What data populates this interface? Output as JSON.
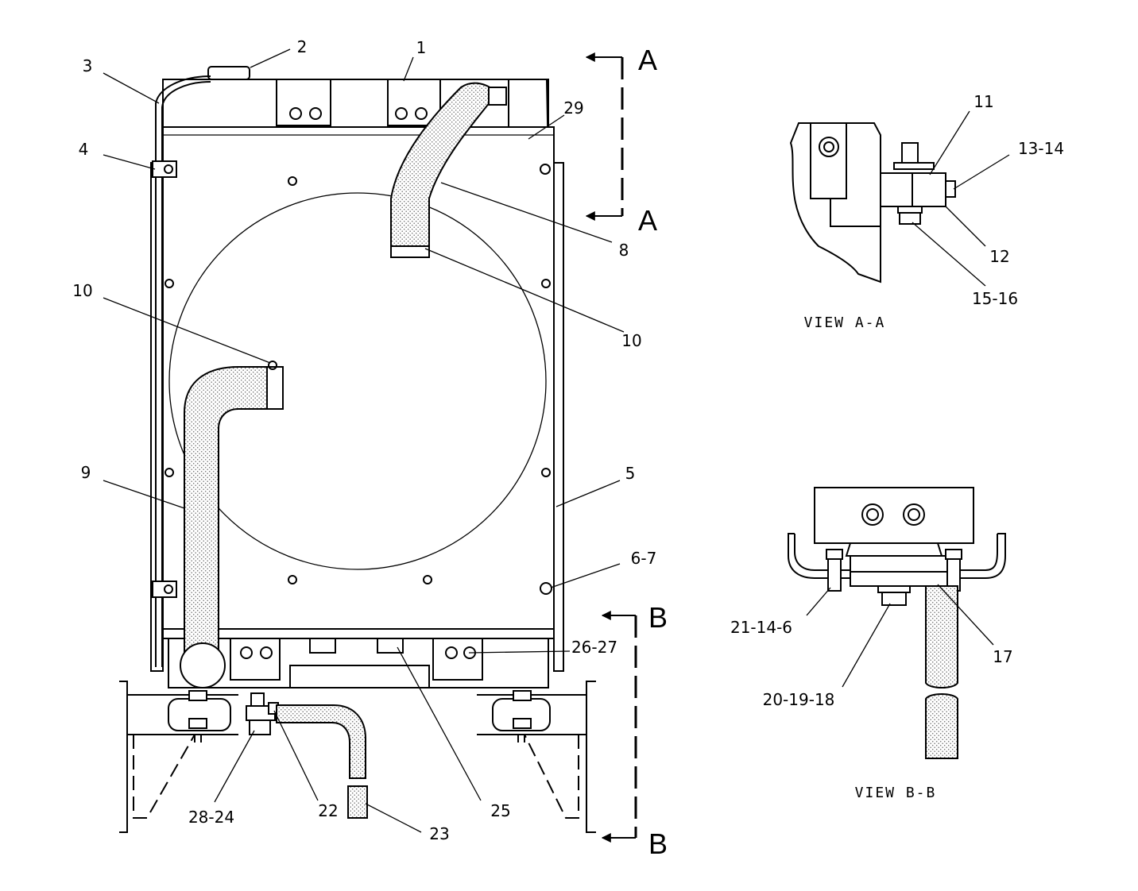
{
  "callouts": {
    "c1": "1",
    "c2": "2",
    "c3": "3",
    "c4": "4",
    "c5": "5",
    "c6_7": "6-7",
    "c8": "8",
    "c9": "9",
    "c10a": "10",
    "c10b": "10",
    "c11": "11",
    "c12": "12",
    "c13_14": "13-14",
    "c15_16": "15-16",
    "c17": "17",
    "c20_19_18": "20-19-18",
    "c21_14_6": "21-14-6",
    "c22": "22",
    "c23": "23",
    "c25": "25",
    "c26_27": "26-27",
    "c28_24": "28-24",
    "c29": "29"
  },
  "section_markers": {
    "a_top": "A",
    "a_bottom": "A",
    "b_top": "B",
    "b_bottom": "B"
  },
  "views": {
    "view_a": "VIEW A-A",
    "view_b": "VIEW B-B"
  }
}
